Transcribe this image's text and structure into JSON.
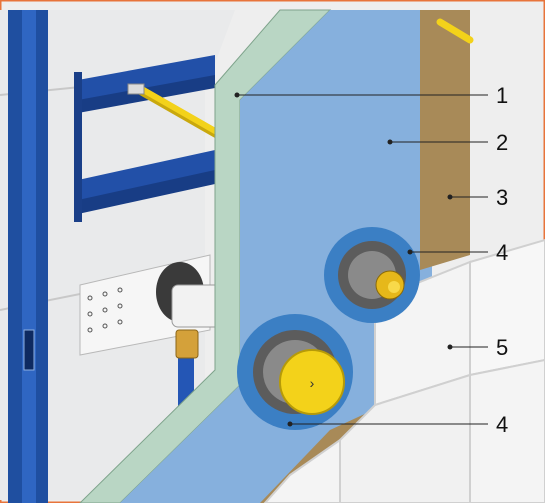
{
  "diagram": {
    "callouts": [
      {
        "id": "1",
        "label": "1"
      },
      {
        "id": "2",
        "label": "2"
      },
      {
        "id": "3",
        "label": "3"
      },
      {
        "id": "4a",
        "label": "4"
      },
      {
        "id": "5",
        "label": "5"
      },
      {
        "id": "4b",
        "label": "4"
      }
    ]
  },
  "colors": {
    "border_accent": "#e8743b",
    "frame_blue": "#1f4fa0",
    "panel_blue": "#86b0dd",
    "mint_edge": "#b9d6c4",
    "tan_layer": "#a88a58",
    "tile_white": "#f4f4f4",
    "seal_blue": "#3b7fc4",
    "yellow": "#f3d21a"
  }
}
